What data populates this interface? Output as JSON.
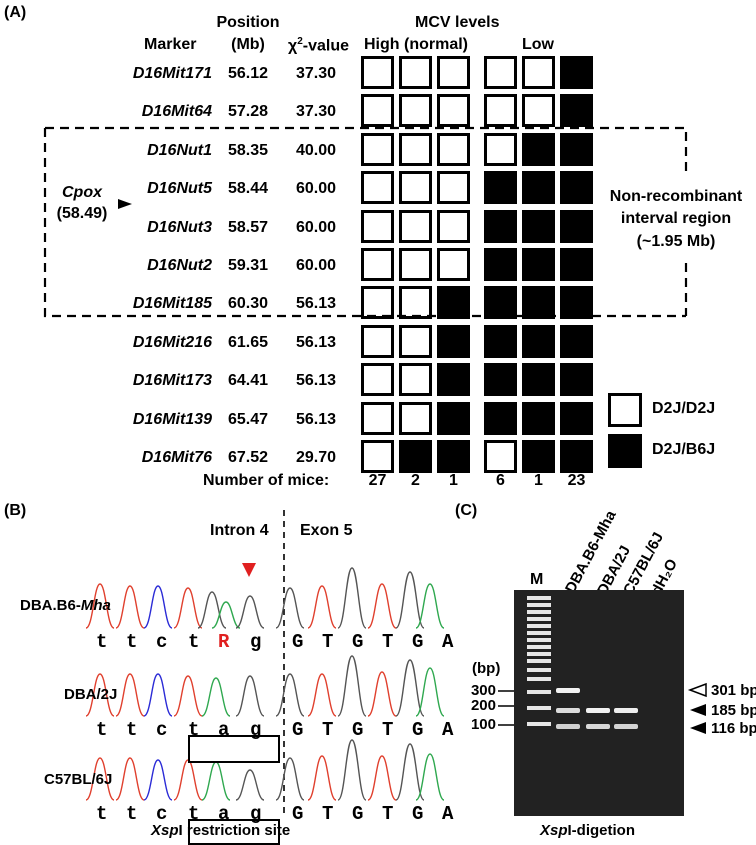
{
  "panelA": {
    "label": "(A)",
    "headers": {
      "marker": "Marker",
      "position_line1": "Position",
      "position_line2": "(Mb)",
      "chi_prefix": "χ",
      "chi_sup": "2",
      "chi_suffix": "-value",
      "mcv": "MCV levels",
      "high": "High (normal)",
      "low": "Low"
    },
    "cpox": {
      "name": "Cpox",
      "position": "(58.49)"
    },
    "nonrecomb": {
      "line1": "Non-recombinant",
      "line2": "interval  region",
      "line3": "(~1.95 Mb)"
    },
    "rows": [
      {
        "marker": "D16Mit171",
        "position": "56.12",
        "chi": "37.30",
        "genotypes": [
          0,
          0,
          0,
          0,
          0,
          1
        ]
      },
      {
        "marker": "D16Mit64",
        "position": "57.28",
        "chi": "37.30",
        "genotypes": [
          0,
          0,
          0,
          0,
          0,
          1
        ]
      },
      {
        "marker": "D16Nut1",
        "position": "58.35",
        "chi": "40.00",
        "genotypes": [
          0,
          0,
          0,
          0,
          1,
          1
        ]
      },
      {
        "marker": "D16Nut5",
        "position": "58.44",
        "chi": "60.00",
        "genotypes": [
          0,
          0,
          0,
          1,
          1,
          1
        ]
      },
      {
        "marker": "D16Nut3",
        "position": "58.57",
        "chi": "60.00",
        "genotypes": [
          0,
          0,
          0,
          1,
          1,
          1
        ]
      },
      {
        "marker": "D16Nut2",
        "position": "59.31",
        "chi": "60.00",
        "genotypes": [
          0,
          0,
          0,
          1,
          1,
          1
        ]
      },
      {
        "marker": "D16Mit185",
        "position": "60.30",
        "chi": "56.13",
        "genotypes": [
          0,
          0,
          1,
          1,
          1,
          1
        ]
      },
      {
        "marker": "D16Mit216",
        "position": "61.65",
        "chi": "56.13",
        "genotypes": [
          0,
          0,
          1,
          1,
          1,
          1
        ]
      },
      {
        "marker": "D16Mit173",
        "position": "64.41",
        "chi": "56.13",
        "genotypes": [
          0,
          0,
          1,
          1,
          1,
          1
        ]
      },
      {
        "marker": "D16Mit139",
        "position": "65.47",
        "chi": "56.13",
        "genotypes": [
          0,
          0,
          1,
          1,
          1,
          1
        ]
      },
      {
        "marker": "D16Mit76",
        "position": "67.52",
        "chi": "29.70",
        "genotypes": [
          0,
          1,
          1,
          0,
          1,
          1
        ]
      }
    ],
    "mice_label": "Number of mice:",
    "mice_counts": [
      "27",
      "2",
      "1",
      "6",
      "1",
      "23"
    ],
    "legend": [
      {
        "label": "D2J/D2J",
        "filled": false
      },
      {
        "label": "D2J/B6J",
        "filled": true
      }
    ]
  },
  "panelB": {
    "label": "(B)",
    "intron": "Intron 4",
    "exon": "Exon 5",
    "samples": [
      {
        "prefix": "DBA.B6-",
        "italic": "Mha"
      },
      {
        "prefix": "DBA/2J",
        "italic": ""
      },
      {
        "prefix": "C57BL/6J",
        "italic": ""
      }
    ],
    "sequences": [
      [
        "t",
        "t",
        "c",
        "t",
        "R",
        "g",
        "G",
        "T",
        "G",
        "T",
        "G",
        "A"
      ],
      [
        "t",
        "t",
        "c",
        "t",
        "a",
        "g",
        "G",
        "T",
        "G",
        "T",
        "G",
        "A"
      ],
      [
        "t",
        "t",
        "c",
        "t",
        "a",
        "g",
        "G",
        "T",
        "G",
        "T",
        "G",
        "A"
      ]
    ],
    "caption_italic": "Xsp",
    "caption_rest": "I restriction site"
  },
  "panelC": {
    "label": "(C)",
    "lanes": [
      "M",
      "DBA.B6-Mha",
      "DBA/2J",
      "C57BL/6J",
      "dH₂O"
    ],
    "bp_unit": "(bp)",
    "ladder_ticks": [
      "300",
      "200",
      "100"
    ],
    "band_labels": [
      "301 bp",
      "185 bp",
      "116 bp"
    ],
    "caption_italic": "Xsp",
    "caption_rest": "I-digetion"
  },
  "colors": {
    "trace_a": "#2fa84f",
    "trace_c": "#2b2bd6",
    "trace_g": "#555555",
    "trace_t": "#e0402e",
    "mutation": "#e02020",
    "gel": "#202020"
  }
}
